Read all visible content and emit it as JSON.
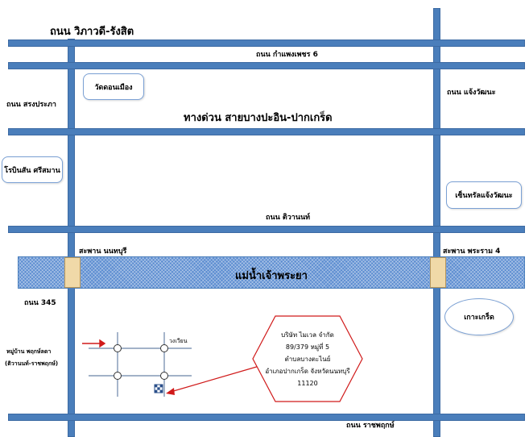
{
  "map": {
    "roads": {
      "vibhavadi": "ถนน วิภาวดี-รังสิต",
      "kamphaeng_phet_6": "ถนน กำแพงเพชร 6",
      "songprapa": "ถนน สรงประภา",
      "chaeng_watthana": "ถนน แจ้งวัฒนะ",
      "expressway": "ทางด่วน สายบางปะอิน-ปากเกร็ด",
      "tiwanon": "ถนน ติวานนท์",
      "road_345": "ถนน 345",
      "ratchaphruek": "ถนน ราชพฤกษ์"
    },
    "places": {
      "wat_don_mueang": "วัดดอนเมือง",
      "robinson": "โรบินสัน ศรีสมาน",
      "central": "เซ็นทรัลแจ้งวัฒนะ",
      "ko_kret": "เกาะเกร็ด"
    },
    "bridges": {
      "nonthaburi": "สะพาน นนทบุรี",
      "rama4": "สะพาน พระราม 4"
    },
    "river": "แม่น้ำเจ้าพระยา",
    "inset": {
      "village_name": "หมู่บ้าน  พฤกษ์ลดา",
      "village_road": "(ติวานนท์-ราชพฤกษ์)",
      "roundabout": "วงเวียน"
    },
    "address": {
      "line1": "บริษัท ไมเวล จำกัด",
      "line2": "89/379 หมู่ที่ 5",
      "line3": "ตำบลบางตะไนย์",
      "line4": "อำเภอปากเกร็ด จังหวัดนนทบุรี",
      "line5": "11120"
    },
    "colors": {
      "road": "#4a7ebb",
      "river": "#5b8cd0",
      "bridge": "#f0d9a8",
      "arrow": "#d01a1a",
      "inset_road": "#6b84a8"
    },
    "icons": {
      "location_marker": "checkered-square-icon",
      "arrow": "red-arrow-icon"
    }
  }
}
